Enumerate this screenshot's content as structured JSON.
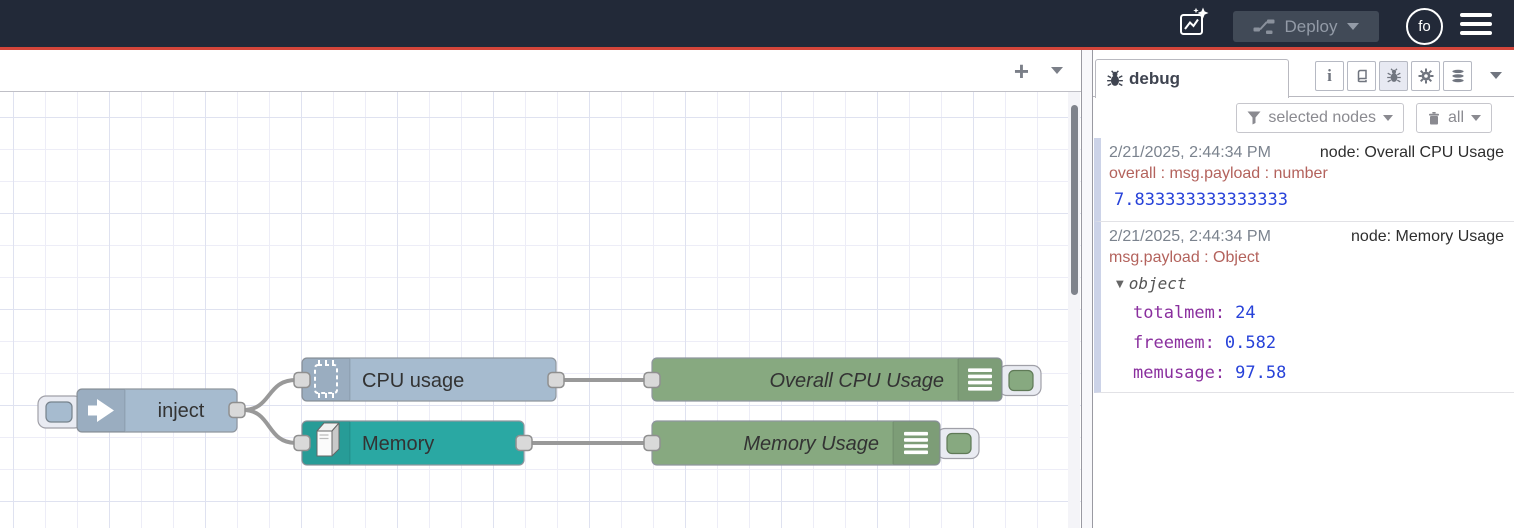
{
  "header": {
    "deploy_label": "Deploy",
    "user_initials": "fo"
  },
  "workspace": {
    "add_tab_label": "+"
  },
  "flow": {
    "colors": {
      "inject": "#a6bbcf",
      "cpu": "#a6bbcf",
      "memory": "#2aa8a3",
      "debug_node": "#87a980",
      "wire": "#999999",
      "port_fill": "#d9d9d9"
    },
    "nodes": {
      "inject": "inject",
      "cpu": "CPU usage",
      "memory": "Memory",
      "overall_cpu": "Overall CPU Usage",
      "memory_usage": "Memory Usage"
    }
  },
  "sidebar": {
    "tab_label": "debug",
    "filter_button_label": "selected nodes",
    "clear_button_label": "all",
    "accent_red": "#d4453a",
    "messages": [
      {
        "timestamp": "2/21/2025, 2:44:34 PM",
        "source": "node: Overall CPU Usage",
        "path": "overall : msg.payload : number",
        "value": "7.833333333333333"
      },
      {
        "timestamp": "2/21/2025, 2:44:34 PM",
        "source": "node: Memory Usage",
        "path": "msg.payload : Object",
        "object_label": "object",
        "properties": [
          {
            "key": "totalmem:",
            "value": "24"
          },
          {
            "key": "freemem:",
            "value": "0.582"
          },
          {
            "key": "memusage:",
            "value": "97.58"
          }
        ]
      }
    ]
  },
  "icons": {
    "info": "i",
    "object_caret": "▼"
  }
}
